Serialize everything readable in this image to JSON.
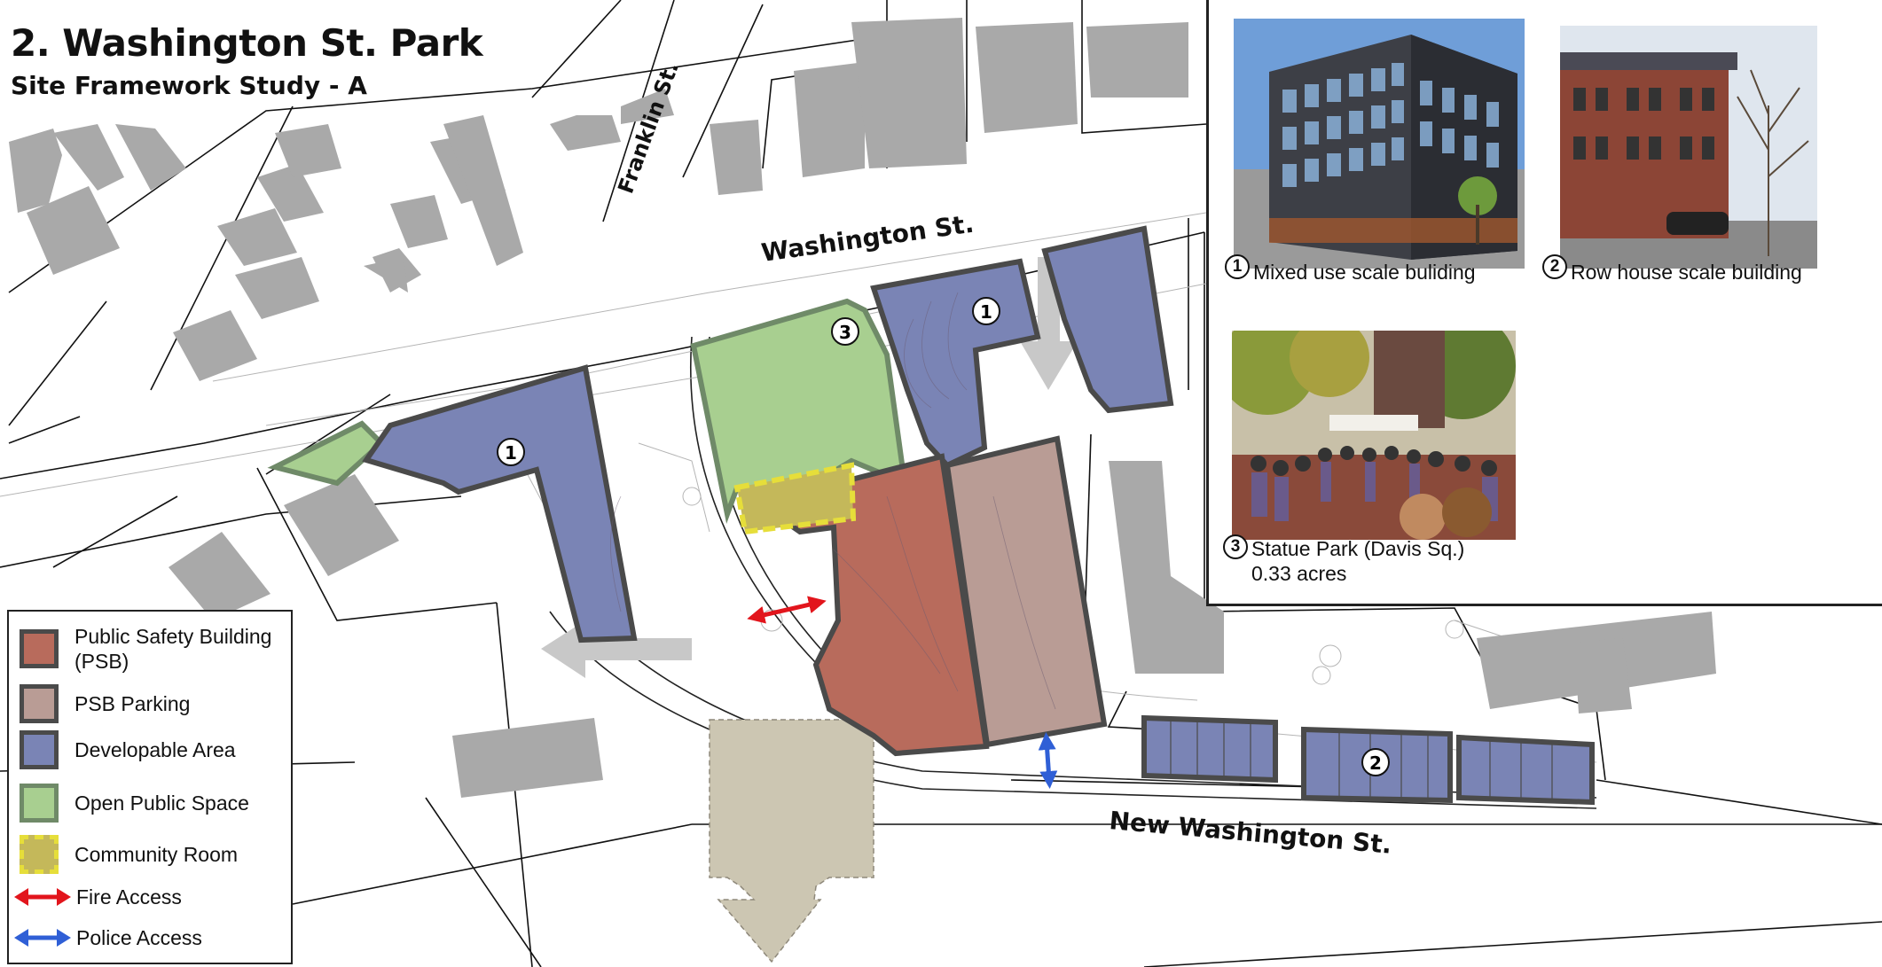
{
  "header": {
    "title": "2. Washington St. Park",
    "subtitle": "Site Framework Study - A"
  },
  "streets": {
    "franklin": "Franklin St.",
    "washington": "Washington St.",
    "new_washington": "New Washington St."
  },
  "map_markers": [
    "1",
    "3",
    "1",
    "2"
  ],
  "legend": {
    "items": [
      {
        "label": "Public Safety Building (PSB)",
        "label_line1": "Public Safety Building",
        "label_line2": "(PSB)",
        "fill": "#b86b5c",
        "border": "#4a4a4a"
      },
      {
        "label": "PSB Parking",
        "fill": "#b99c95",
        "border": "#4a4a4a"
      },
      {
        "label": "Developable Area",
        "fill": "#7a84b5",
        "border": "#4a4a4a"
      },
      {
        "label": "Open Public Space",
        "fill": "#a8cf90",
        "border": "#6f8a68"
      },
      {
        "label": "Community Room",
        "fill": "#c4b85a",
        "border": "#e6de3a"
      },
      {
        "label": "Fire Access",
        "color": "#e2151c"
      },
      {
        "label": "Police Access",
        "color": "#2f5fd6"
      }
    ]
  },
  "precedents": [
    {
      "number": "1",
      "caption": "Mixed use scale buliding",
      "icon": "mixed-use-building-photo"
    },
    {
      "number": "2",
      "caption": "Row house scale building",
      "icon": "row-house-photo"
    },
    {
      "number": "3",
      "caption": "Statue Park (Davis Sq.)",
      "caption_line2": "0.33 acres",
      "icon": "plaza-performance-photo"
    }
  ],
  "colors": {
    "psb": "#b86b5c",
    "psb_parking": "#b99c95",
    "developable": "#7a84b5",
    "open_space": "#a8cf90",
    "community_room": "#c4b85a",
    "fire_access": "#e2151c",
    "police_access": "#2f5fd6",
    "existing_building": "#a9a9a9"
  }
}
